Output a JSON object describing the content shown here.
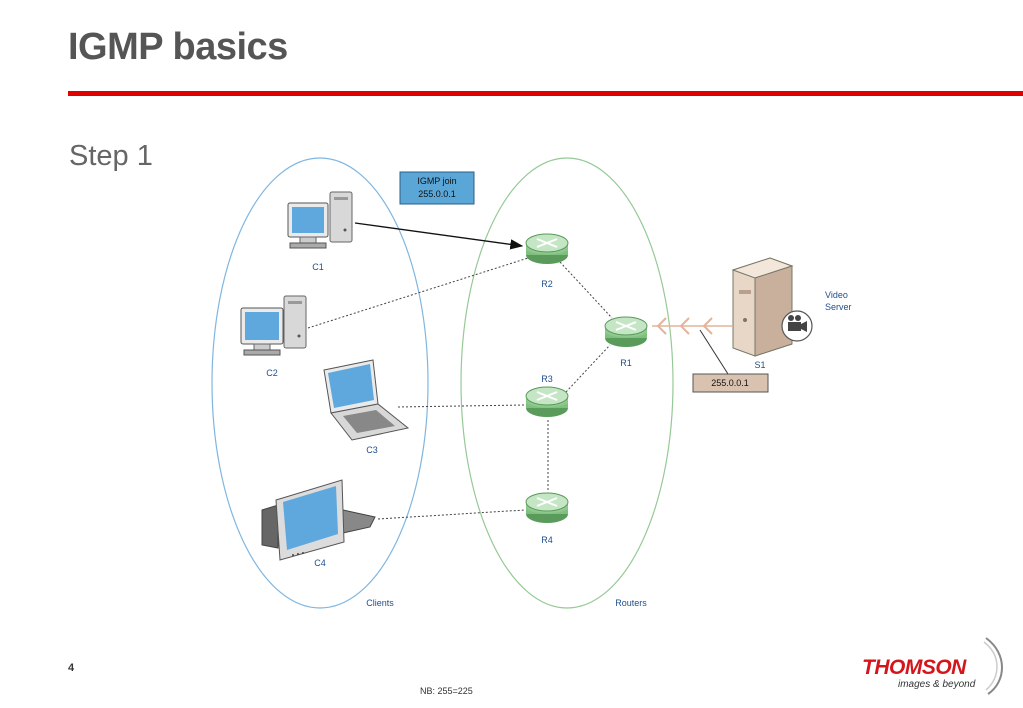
{
  "slide": {
    "title": "IGMP basics",
    "step": "Step 1",
    "page_number": "4",
    "note": "NB: 255=225"
  },
  "diagram": {
    "clients_label": "Clients",
    "routers_label": "Routers",
    "join_box": {
      "line1": "IGMP join",
      "line2": "255.0.0.1"
    },
    "server": {
      "label": "S1",
      "caption_line1": "Video",
      "caption_line2": "Server"
    },
    "group_box": "255.0.0.1",
    "clients": [
      "C1",
      "C2",
      "C3",
      "C4"
    ],
    "routers": [
      "R1",
      "R2",
      "R3",
      "R4"
    ]
  },
  "logo": {
    "brand": "THOMSON",
    "tagline": "images & beyond"
  },
  "colors": {
    "accent_red": "#e00000",
    "brand_red": "#d4151b",
    "router_green": "#8fcf8f",
    "join_box_blue": "#5aa6d6",
    "group_box_tan": "#d9c2b0"
  }
}
